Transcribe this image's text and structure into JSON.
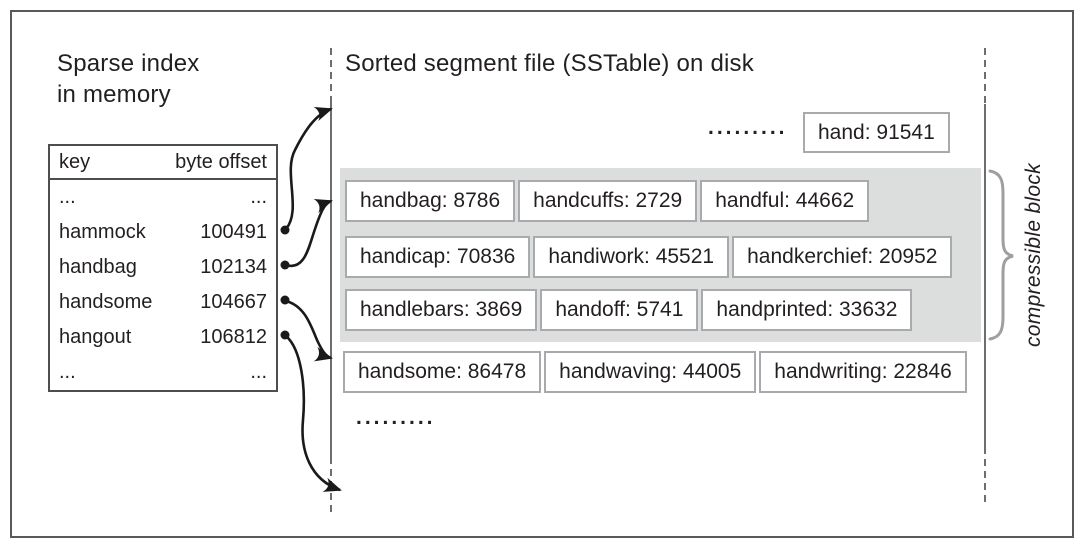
{
  "titles": {
    "sparse_index_line1": "Sparse index",
    "sparse_index_line2": "in memory",
    "sstable": "Sorted segment file (SSTable) on disk"
  },
  "index_table": {
    "header_key": "key",
    "header_offset": "byte offset",
    "rows": [
      {
        "key": "...",
        "offset": "..."
      },
      {
        "key": "hammock",
        "offset": "100491"
      },
      {
        "key": "handbag",
        "offset": "102134"
      },
      {
        "key": "handsome",
        "offset": "104667"
      },
      {
        "key": "hangout",
        "offset": "106812"
      },
      {
        "key": "...",
        "offset": "..."
      }
    ]
  },
  "sstable": {
    "ellipsis_top": ".........",
    "standalone_box": "hand: 91541",
    "block_rows": [
      [
        "handbag: 8786",
        "handcuffs: 2729",
        "handful: 44662"
      ],
      [
        "handicap: 70836",
        "handiwork: 45521",
        "handkerchief: 20952"
      ],
      [
        "handlebars: 3869",
        "handoff: 5741",
        "handprinted: 33632"
      ]
    ],
    "bottom_row": [
      "handsome: 86478",
      "handwaving: 44005",
      "handwriting: 22846"
    ],
    "ellipsis_bottom": "........."
  },
  "annotations": {
    "compressible_block": "compressible block"
  },
  "colors": {
    "text": "#231f20",
    "box_border": "#a8aaad",
    "table_border": "#4d4e50",
    "gray_block_fill": "#dcdddd",
    "dashed_line": "#6d6e71",
    "brace": "#9d9fa2",
    "arrow": "#1a1a1a",
    "outer_border": "#58595b"
  }
}
